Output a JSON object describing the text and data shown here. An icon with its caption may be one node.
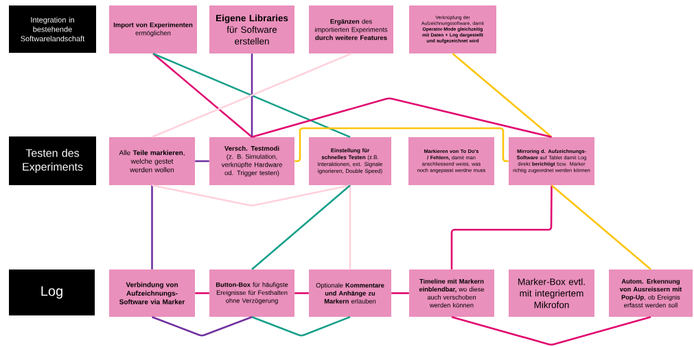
{
  "diagram": {
    "nodes": [
      {
        "text": [
          "Integration in bestehende Softwarelandschaft"
        ]
      },
      {
        "text": [
          "**Import von Experimenten** ermöglichen"
        ]
      },
      {
        "text": [
          "**Eigene Libraries** für Software erstellen"
        ]
      },
      {
        "text": [
          "**Ergänzen** des importierten Experiments **durch weitere Features**"
        ]
      },
      {
        "text": [
          "Verknüpfung der Aufzeichnungssoftware, damit **Operator-Mode gleichzeitig mit Daten + Log dargestellt und aufgezeichnet wird**"
        ]
      },
      {
        "text": [
          "Testen des Experiments"
        ]
      },
      {
        "text": [
          "Alle **Teile markieren**, welche gestet werden wollen"
        ]
      },
      {
        "text": [
          "**Versch. Testmodi** (z. B. Simulation, verknüpfte Hardware od. Trigger testen)"
        ]
      },
      {
        "text": [
          "**Einstellung für schnelles Testen** (z.B. Interaktionen, ext. Signale ignorieren, Double Speed)"
        ]
      },
      {
        "text": [
          "**Markieren von To Do's / Fehlern,** damit man anschliessend weiss, was noch angepasst werdne muss"
        ]
      },
      {
        "text": [
          "**Mirroring d. Aufzeichnungs-Software** auf Tablet damit Log direkt **berichtigt** bzw. Marker richtig zugeordnet werden können"
        ]
      },
      {
        "text": [
          "Log"
        ]
      },
      {
        "text": [
          "Verbindung von Aufzeichnungs-Software via Marker"
        ]
      },
      {
        "text": [
          "**Button-Box** für häufigste Ereignisse für Festhalten ohne Verzögerung"
        ]
      },
      {
        "text": [
          "Optionale **Kommentare und Anhänge zu Markern** erlauben"
        ]
      },
      {
        "text": [
          "**Timeline mit Markern einblendbar,** wo diese auch verschoben werden können"
        ]
      },
      {
        "text": [
          "Marker-Box evtl. mit integriertem Mikrofon"
        ]
      },
      {
        "text": [
          "**Autom. Erkennung von Ausreissern mit Pop-Up**, ob Ereignis erfasst werden soll"
        ]
      }
    ],
    "edges": [
      {
        "from": 1,
        "to": 7,
        "arrow": "none",
        "color": "#e0066f"
      },
      {
        "from": 1,
        "to": 8,
        "arrow": "none",
        "color": "#17a08a"
      },
      {
        "from": 2,
        "to": 7,
        "arrow": "none",
        "color": "#7030a0"
      },
      {
        "from": 3,
        "to": 6,
        "arrow": "none",
        "color": "#ffd1dc"
      },
      {
        "from": 4,
        "to": 10,
        "arrow": "none",
        "color": "#fdc40a"
      },
      {
        "from": 7,
        "to": 10,
        "arrow": "none",
        "color": "#e0066f"
      },
      {
        "from": 7,
        "to": 10,
        "arrow": "none",
        "color": "#fdc40a"
      },
      {
        "from": 6,
        "to": 7,
        "arrow": "none",
        "color": "#7030a0"
      },
      {
        "from": 6,
        "to": 12,
        "arrow": "none",
        "color": "#7030a0"
      },
      {
        "from": 6,
        "to": 8,
        "arrow": "none",
        "color": "#ffd1dc"
      },
      {
        "from": 8,
        "to": 14,
        "arrow": "none",
        "color": "#ffd1dc"
      },
      {
        "from": 8,
        "to": 13,
        "arrow": "none",
        "color": "#17a08a"
      },
      {
        "from": 10,
        "to": 15,
        "arrow": "none",
        "color": "#e0066f"
      },
      {
        "from": 10,
        "to": 17,
        "arrow": "none",
        "color": "#fdc40a"
      },
      {
        "from": 12,
        "to": 13,
        "arrow": "none",
        "color": "#e0066f"
      },
      {
        "from": 13,
        "to": 14,
        "arrow": "none",
        "color": "#e0066f"
      },
      {
        "from": 14,
        "to": 15,
        "arrow": "none",
        "color": "#e0066f"
      },
      {
        "from": 12,
        "to": 13,
        "arrow": "none",
        "color": "#7030a0"
      },
      {
        "from": 13,
        "to": 14,
        "arrow": "none",
        "color": "#17a08a"
      },
      {
        "from": 15,
        "to": 17,
        "arrow": "none",
        "color": "#e0066f"
      }
    ]
  }
}
